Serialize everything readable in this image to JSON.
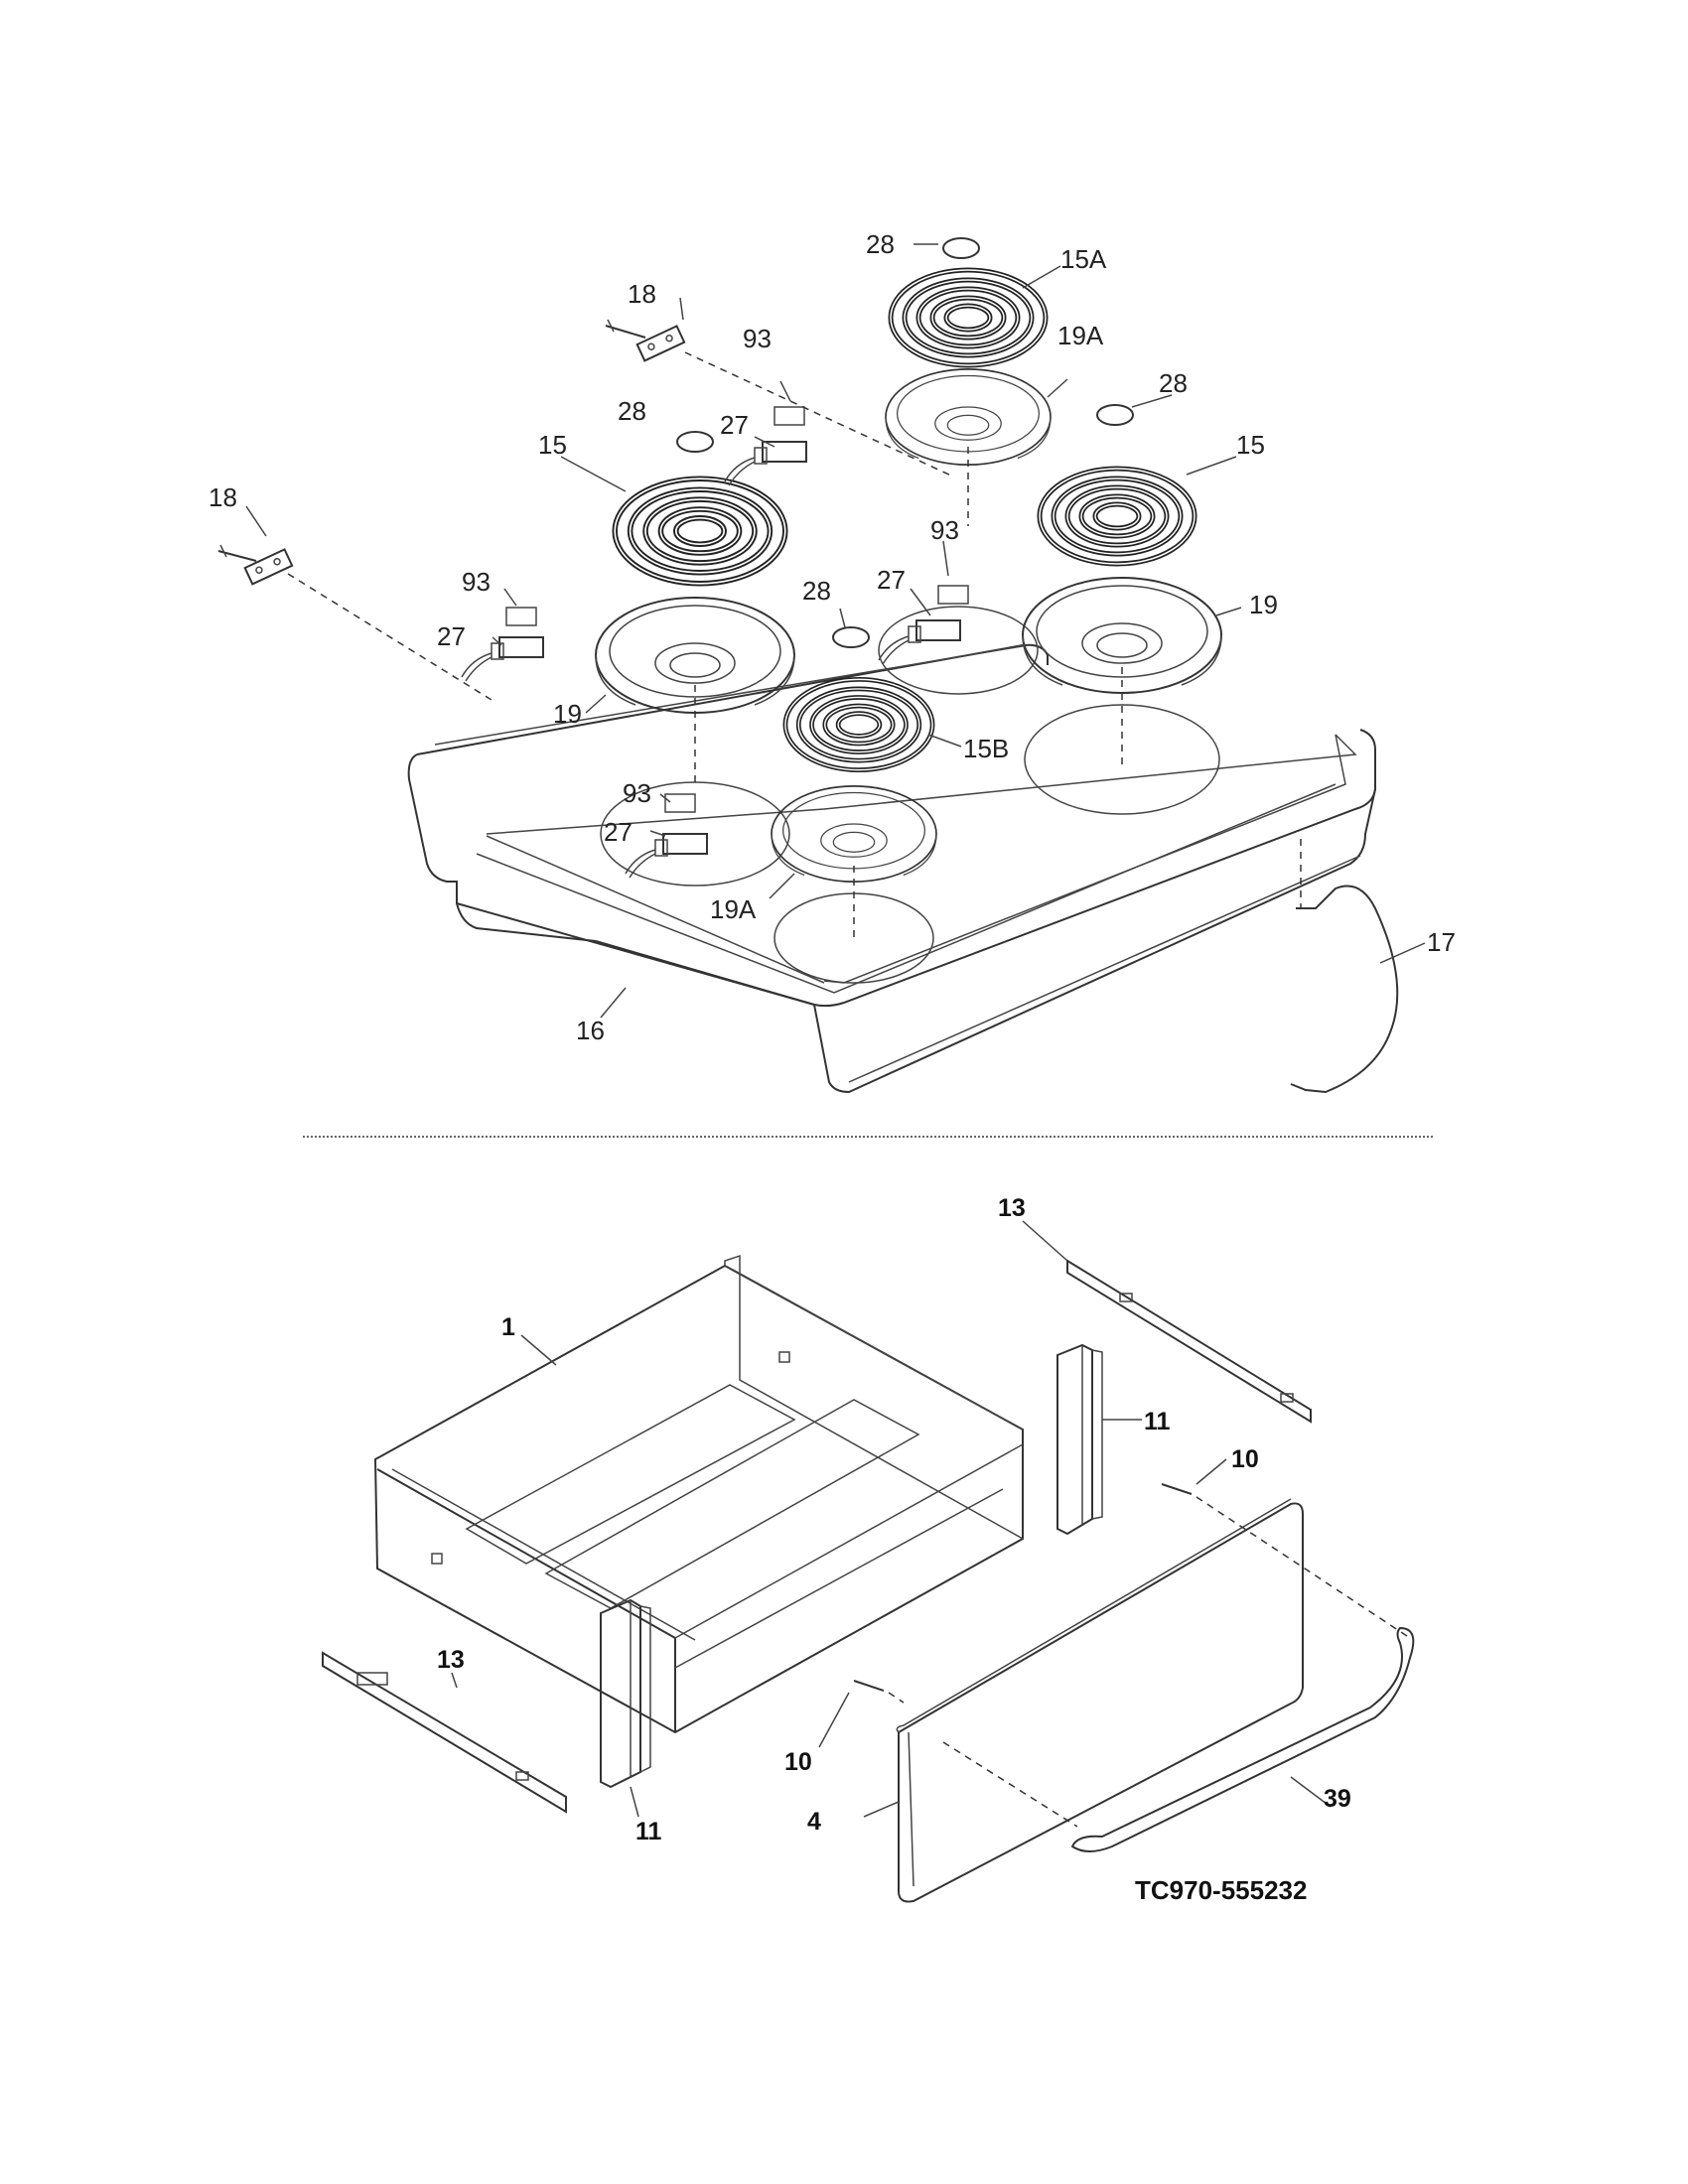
{
  "diagram": {
    "cooktop_callouts": {
      "c28_top": "28",
      "c15A": "15A",
      "c18_top": "18",
      "c93_top": "93",
      "c19A_top": "19A",
      "c28_right": "28",
      "c28_left": "28",
      "c27_top": "27",
      "c15_left": "15",
      "c15_right": "15",
      "c18_left": "18",
      "c93_mid": "93",
      "c27_mid": "27",
      "c28_center": "28",
      "c93_left": "93",
      "c19_right": "19",
      "c27_left": "27",
      "c19_left": "19",
      "c15B": "15B",
      "c93_front": "93",
      "c27_front": "27",
      "c19A_front": "19A",
      "c17": "17",
      "c16": "16"
    },
    "drawer_callouts": {
      "c13_top": "13",
      "c1": "1",
      "c11_right": "11",
      "c10_right": "10",
      "c13_left": "13",
      "c10_left": "10",
      "c11_left": "11",
      "c39": "39",
      "c4": "4"
    },
    "drawing_code": "TC970-555232"
  }
}
